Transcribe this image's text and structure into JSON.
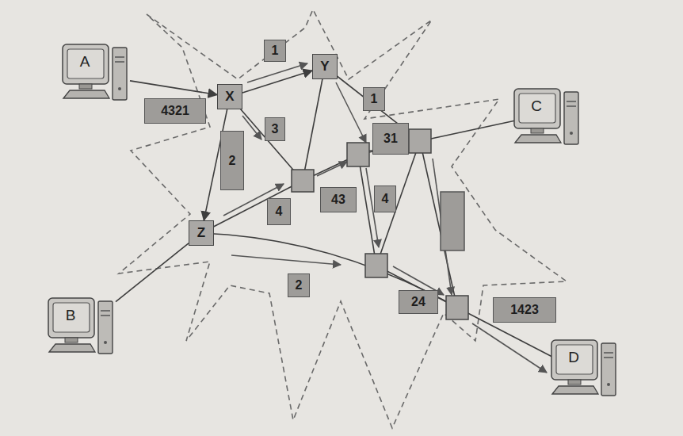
{
  "diagram": {
    "nodes": [
      {
        "text": [
          "A"
        ]
      },
      {
        "text": [
          "1"
        ]
      },
      {
        "text": [
          "Y"
        ]
      },
      {
        "text": [
          "X"
        ]
      },
      {
        "text": [
          "4321"
        ]
      },
      {
        "text": [
          "1"
        ]
      },
      {
        "text": [
          "3"
        ]
      },
      {
        "text": [
          "C"
        ]
      },
      {
        "text": [
          "31"
        ]
      },
      {
        "text": [
          "2"
        ]
      },
      {
        "text": [
          "43"
        ]
      },
      {
        "text": [
          "4"
        ]
      },
      {
        "text": [
          "4"
        ]
      },
      {
        "text": [
          "Z"
        ]
      },
      {
        "text": [
          "2"
        ]
      },
      {
        "text": [
          "24"
        ]
      },
      {
        "text": [
          "1423"
        ]
      },
      {
        "text": [
          "B"
        ]
      },
      {
        "text": [
          "D"
        ]
      }
    ],
    "edges": [
      {
        "from": 0,
        "to": 3,
        "arrow": "to"
      },
      {
        "from": 3,
        "to": 2,
        "arrow": "to"
      },
      {
        "from": 3,
        "to": 13,
        "arrow": "to"
      },
      {
        "from": 17,
        "to": 13,
        "arrow": "none"
      }
    ]
  }
}
